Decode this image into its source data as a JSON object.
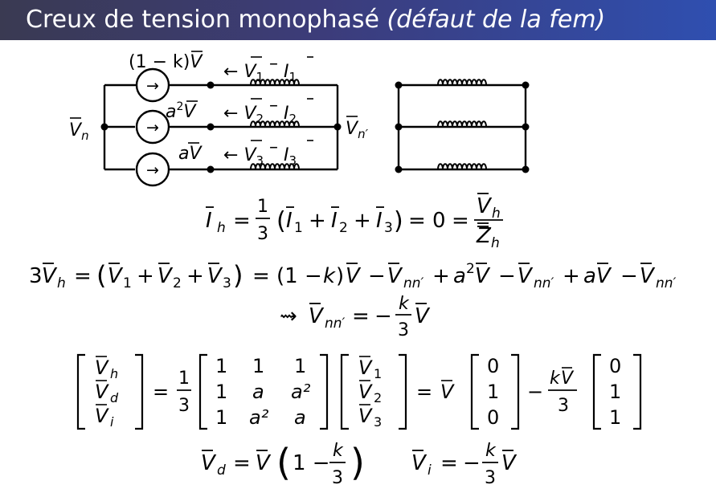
{
  "title": {
    "main": "Creux de tension monophasé",
    "italic": "(défaut de la fem)"
  },
  "circuit": {
    "neutral_left": "V",
    "neutral_left_sub": "n",
    "neutral_right": "V",
    "neutral_right_sub": "n′",
    "source_glyph": "→",
    "phases": [
      {
        "emf_prefix": "(1 − k)",
        "emf_power": "",
        "voltage_sub": "1",
        "current_sub": "1"
      },
      {
        "emf_prefix": "a",
        "emf_power": "2",
        "voltage_sub": "2",
        "current_sub": "2"
      },
      {
        "emf_prefix": "a",
        "emf_power": "",
        "voltage_sub": "3",
        "current_sub": "3"
      }
    ]
  },
  "equations": {
    "eq1": "I_h = 1/3 (I_1 + I_2 + I_3) = 0 = V_h / Z_h",
    "eq2": "3V_h = (V_1 + V_2 + V_3) = (1 − k)V − V_nn′ + a²V − V_nn′ + aV − V_nn′",
    "eq3": "⇝ V_nn′ = −(k/3) V",
    "eq4": "[V_h; V_d; V_i] = 1/3 [1 1 1; 1 a a²; 1 a² a] [V_1; V_2; V_3] = V [0; 1; 0] − (kV/3) [0; 1; 1]",
    "eq5": "V_d = V (1 − k/3)      V_i = −(k/3) V"
  },
  "matrix": [
    [
      "1",
      "1",
      "1"
    ],
    [
      "1",
      "a",
      "a²"
    ],
    [
      "1",
      "a²",
      "a"
    ]
  ],
  "colors": {
    "header_start": "#3a3a52",
    "header_end": "#2f4fb0",
    "text": "#000000",
    "title_text": "#ffffff"
  }
}
